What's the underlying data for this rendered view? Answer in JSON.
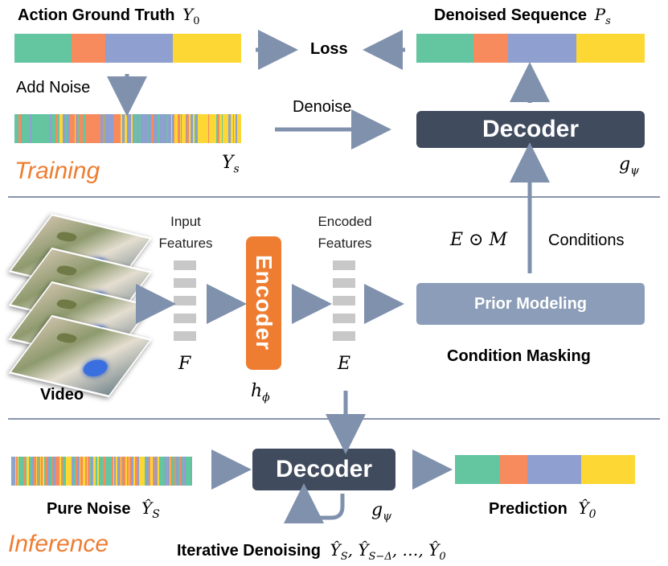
{
  "training": {
    "gt_label": "Action Ground Truth",
    "gt_sym": "Y",
    "gt_sub": "0",
    "loss": "Loss",
    "denoised_label": "Denoised Sequence",
    "denoised_sym": "P",
    "denoised_sub": "s",
    "add_noise": "Add Noise",
    "denoise": "Denoise",
    "decoder": "Decoder",
    "ys_sym": "Y",
    "ys_sub": "s",
    "g_sym": "g",
    "g_sub": "ψ",
    "phase": "Training"
  },
  "middle": {
    "input_features_l1": "Input",
    "input_features_l2": "Features",
    "encoded_features_l1": "Encoded",
    "encoded_features_l2": "Features",
    "encoder": "Encoder",
    "f_sym": "F",
    "e_sym": "E",
    "h_sym": "h",
    "h_sub": "ϕ",
    "video": "Video",
    "mask_expr": "E ⊙ M",
    "conditions": "Conditions",
    "prior_modeling": "Prior Modeling",
    "condition_masking": "Condition Masking"
  },
  "inference": {
    "phase": "Inference",
    "pure_noise": "Pure Noise",
    "noise_sym": "Ŷ",
    "noise_sub": "S",
    "decoder": "Decoder",
    "g_sym": "g",
    "g_sub": "ψ",
    "prediction": "Prediction",
    "pred_sym": "Ŷ",
    "pred_sub": "0",
    "iterative": "Iterative Denoising",
    "iter_seq": "Ŷ",
    "iter_s1": "S",
    "iter_s2": "S−Δ",
    "iter_s3": "0"
  },
  "colors": {
    "green": "#63c6a0",
    "orange": "#f78b5d",
    "blue": "#8e9fd0",
    "yellow": "#fdd835",
    "decoder": "#404b5e",
    "prior": "#8b9db8",
    "encoder": "#ee7d31",
    "arrow": "#7f91ad",
    "phase_text": "#ee7d31"
  },
  "segments": [
    {
      "color": "green",
      "fraction": 0.25
    },
    {
      "color": "orange",
      "fraction": 0.15
    },
    {
      "color": "blue",
      "fraction": 0.3
    },
    {
      "color": "yellow",
      "fraction": 0.3
    }
  ]
}
